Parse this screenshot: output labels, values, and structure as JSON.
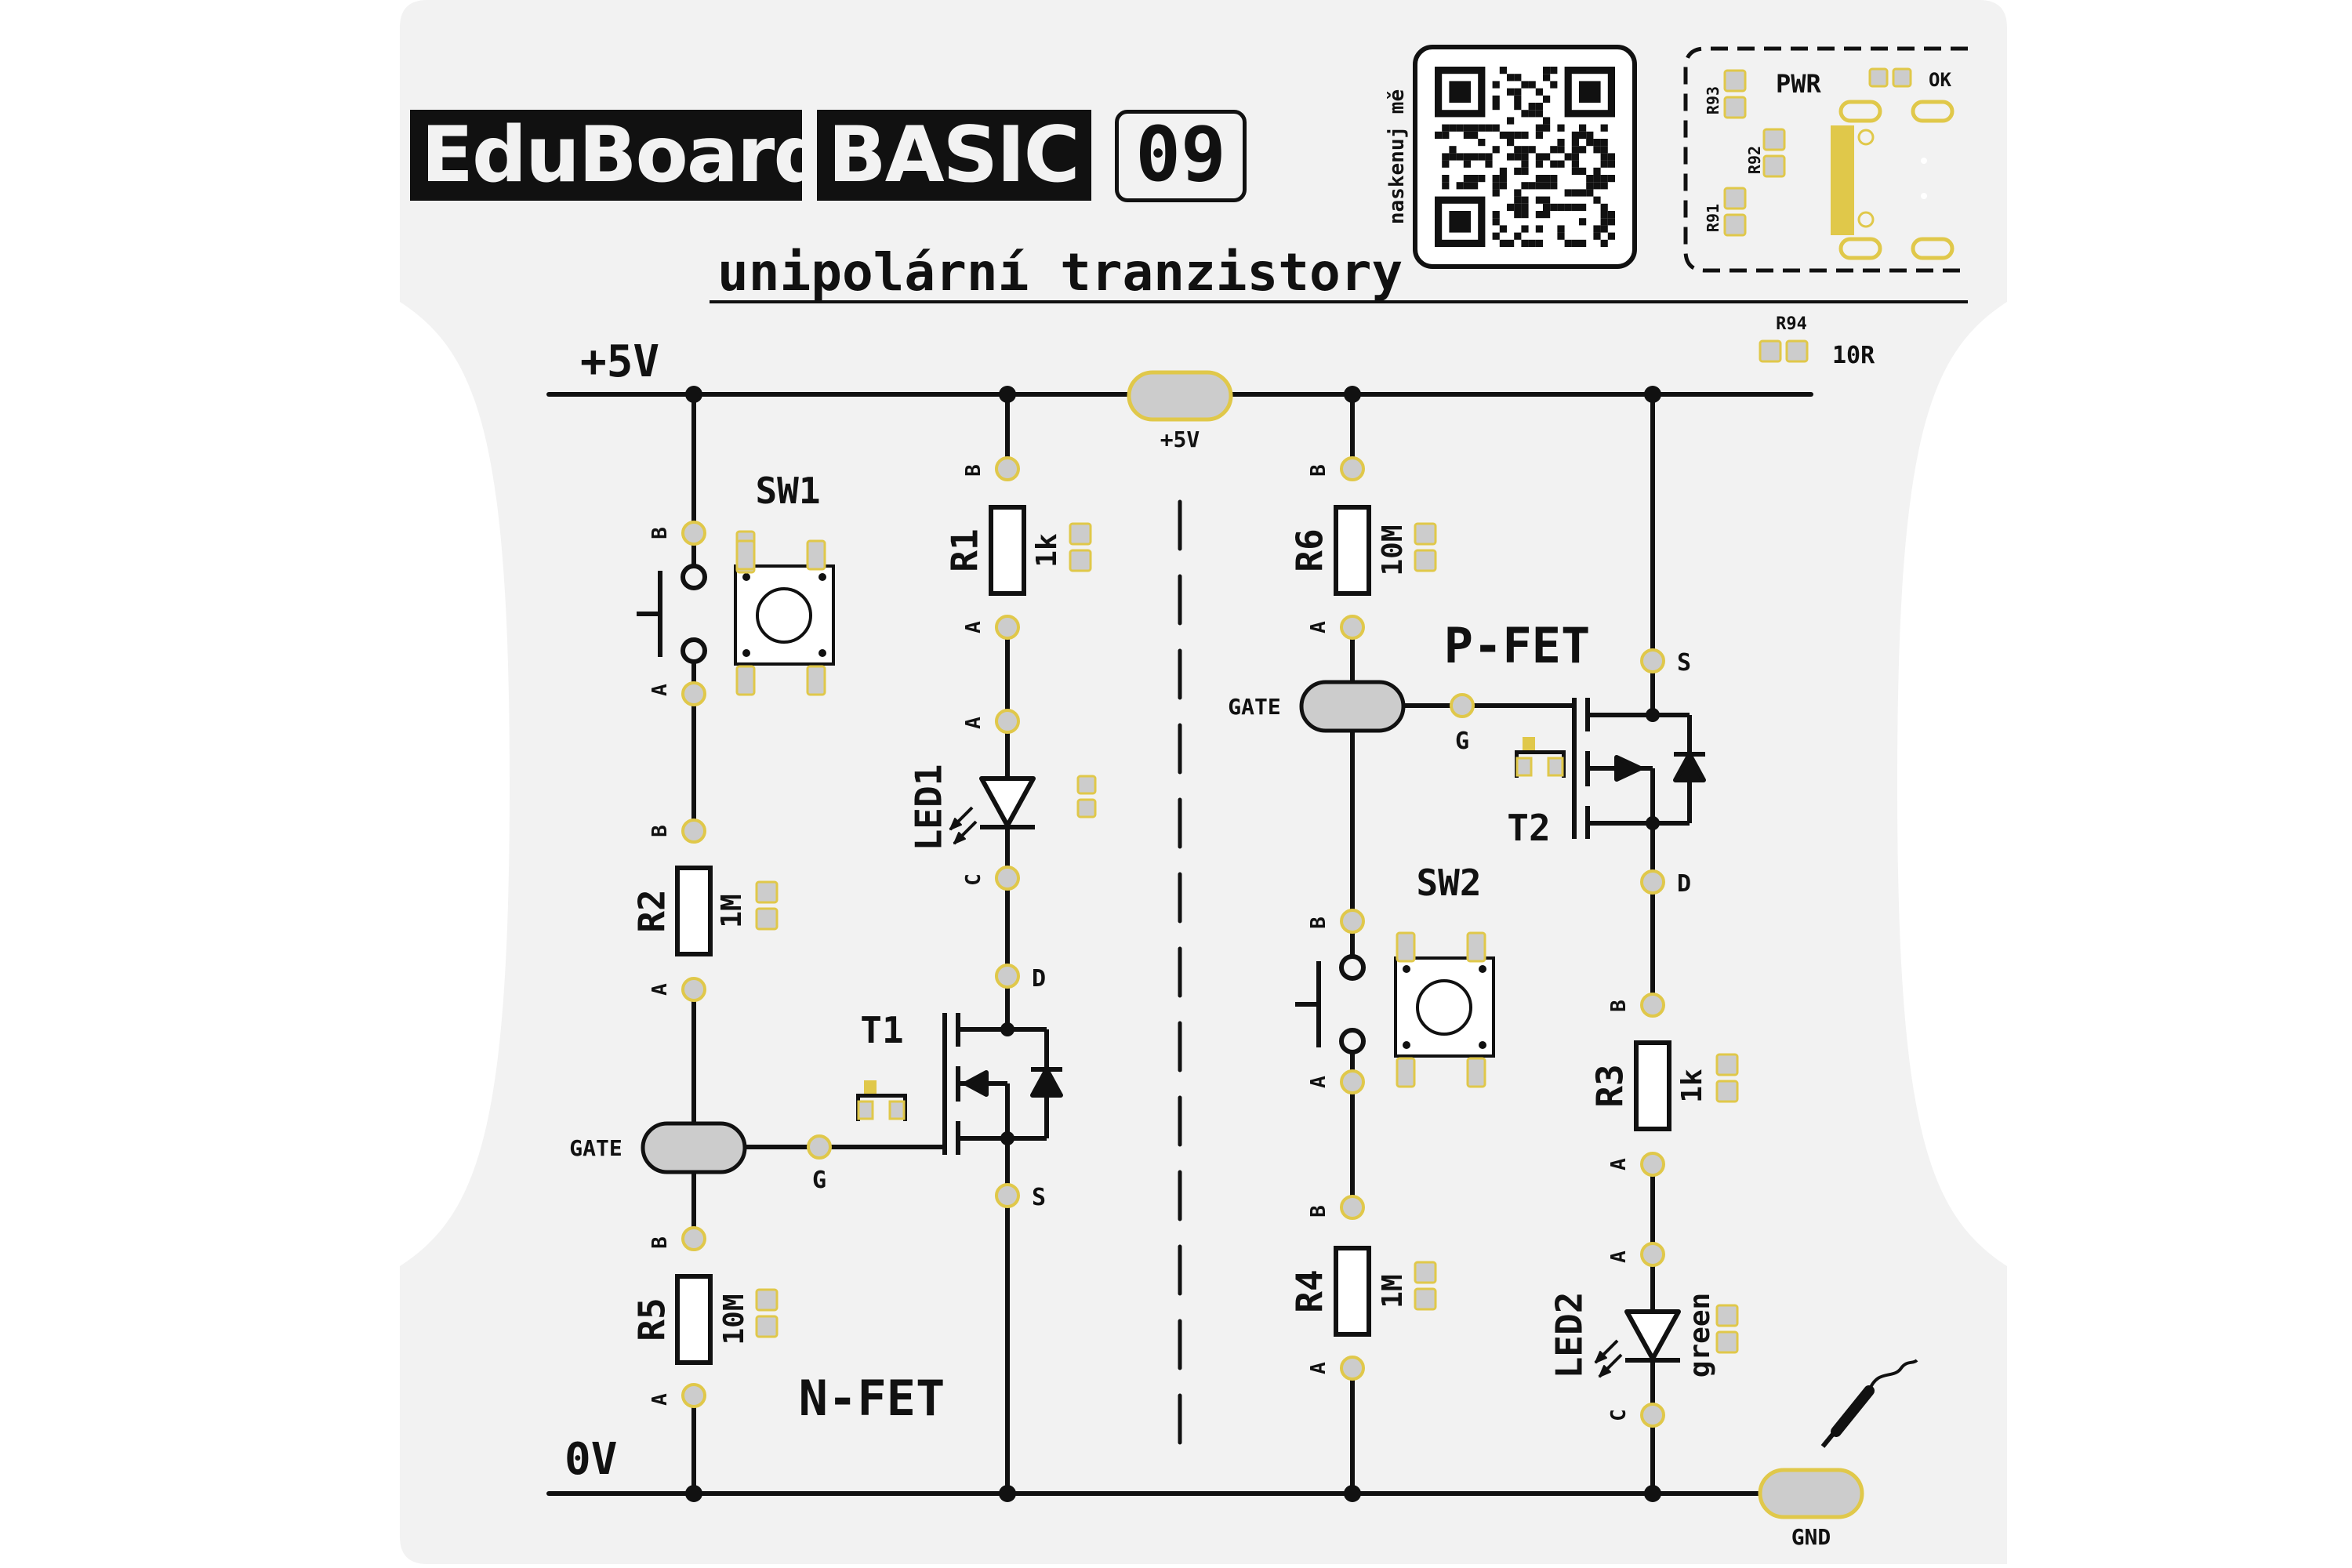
{
  "header": {
    "brand": "EduBoard",
    "edition": "BASIC",
    "lesson_number": "09",
    "subtitle": "unipolární tranzistory",
    "qr_caption": "naskenuj mě",
    "qr_icon": "qr-code-icon"
  },
  "power_module": {
    "label": "PWR",
    "ok_label": "OK",
    "resistors": [
      "R93",
      "R92",
      "R91"
    ],
    "r94": {
      "ref": "R94",
      "value": "10R"
    }
  },
  "rails": {
    "vcc": "+5V",
    "ground": "0V",
    "vcc_pad": "+5V",
    "gnd_pad": "GND"
  },
  "nfet_circuit": {
    "title": "N-FET",
    "gate_pad": "GATE",
    "sw1": {
      "ref": "SW1",
      "pin_top": "B",
      "pin_bottom": "A"
    },
    "r1": {
      "ref": "R1",
      "value": "1k",
      "pin_top": "B",
      "pin_bottom": "A"
    },
    "r2": {
      "ref": "R2",
      "value": "1M",
      "pin_top": "B",
      "pin_bottom": "A"
    },
    "r5": {
      "ref": "R5",
      "value": "10M",
      "pin_top": "B",
      "pin_bottom": "A"
    },
    "led1": {
      "ref": "LED1",
      "pin_top": "A",
      "pin_bottom": "C"
    },
    "t1": {
      "ref": "T1",
      "drain": "D",
      "source": "S",
      "gate": "G"
    }
  },
  "pfet_circuit": {
    "title": "P-FET",
    "gate_pad": "GATE",
    "sw2": {
      "ref": "SW2",
      "pin_top": "B",
      "pin_bottom": "A"
    },
    "r6": {
      "ref": "R6",
      "value": "10M",
      "pin_top": "B",
      "pin_bottom": "A"
    },
    "r4": {
      "ref": "R4",
      "value": "1M",
      "pin_top": "B",
      "pin_bottom": "A"
    },
    "r3": {
      "ref": "R3",
      "value": "1k",
      "pin_top": "B",
      "pin_bottom": "A"
    },
    "led2": {
      "ref": "LED2",
      "color_label": "green",
      "pin_top": "A",
      "pin_bottom": "C"
    },
    "t2": {
      "ref": "T2",
      "source": "S",
      "drain": "D",
      "gate": "G"
    }
  },
  "colors": {
    "board": "#f2f2f2",
    "ink": "#111111",
    "pad": "#cccccc",
    "pad_outline": "#e0c84a",
    "page": "#ffffff"
  },
  "icons": {
    "probe": "probe-icon",
    "switch": "pushbutton-icon",
    "led": "led-icon",
    "mosfet": "mosfet-icon"
  }
}
